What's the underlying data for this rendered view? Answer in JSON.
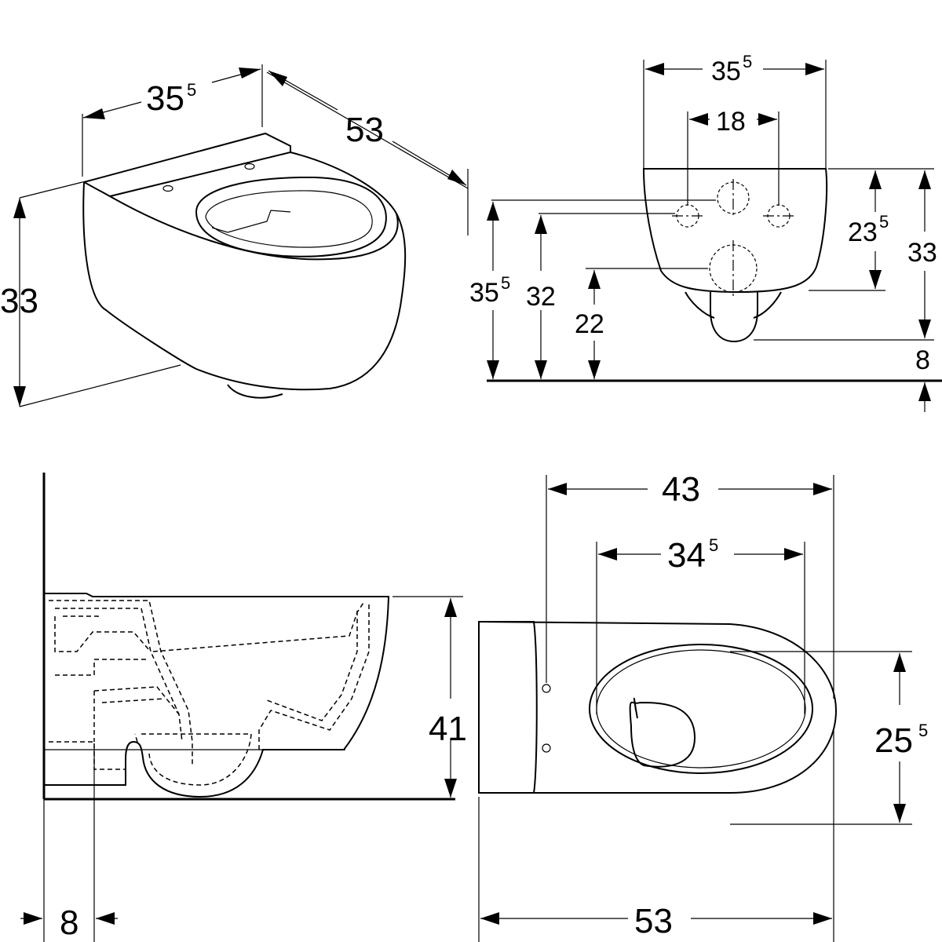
{
  "views": {
    "isometric": {
      "width": {
        "main": "35",
        "sup": "5"
      },
      "depth": "53",
      "height": "33"
    },
    "front": {
      "width": {
        "main": "35",
        "sup": "5"
      },
      "hole_spacing": "18",
      "fixing_height": {
        "main": "35",
        "sup": "5"
      },
      "pipe_height": "32",
      "outlet_height": "22",
      "upper_height": {
        "main": "23",
        "sup": "5"
      },
      "total_height": "33",
      "gap": "8"
    },
    "side": {
      "height": "41",
      "offset": "8"
    },
    "top": {
      "length": "53",
      "hole_distance": "43",
      "bowl_length": {
        "main": "34",
        "sup": "5"
      },
      "bowl_width": {
        "main": "25",
        "sup": "5"
      }
    }
  }
}
